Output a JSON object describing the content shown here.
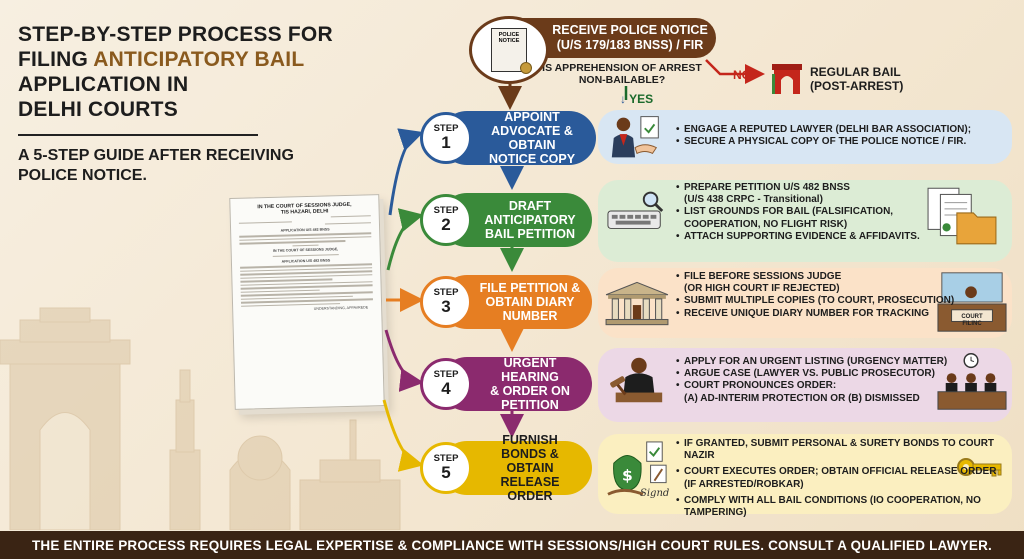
{
  "title": {
    "line1": "STEP-BY-STEP PROCESS FOR",
    "line2_pre": "FILING ",
    "line2_hl": "ANTICIPATORY BAIL",
    "line3": "APPLICATION IN",
    "line4": "DELHI  COURTS"
  },
  "subtitle": "A 5-STEP GUIDE AFTER RECEIVING POLICE NOTICE.",
  "document": {
    "court": "IN THE COURT OF SESSIONS JUDGE,",
    "place": "TIS HAZARI, DELHI",
    "app_title": "APPLICATION U/S 482 BNSS",
    "vs": "IN THE COURT OF SESSIONS JUDGE,",
    "section_title": "AFFLICATION U/S 482 BNSS",
    "sign": "UNDERSTANDING, APPAVREDE"
  },
  "notice": {
    "icon_text": "POLICE NOTICE",
    "line1": "RECEIVE POLICE NOTICE",
    "line2": "(U/S 179/183 BNSS) / FIR",
    "question_line1": "IS APPREHENSION OF ARREST",
    "question_line2": "NON-BAILABLE?",
    "no": "NO",
    "yes": "YES",
    "regular_line1": "REGULAR BAIL",
    "regular_line2": "(POST-ARREST)"
  },
  "steps": [
    {
      "word": "STEP",
      "num": "1",
      "title": [
        "APPOINT",
        "ADVOCATE & OBTAIN",
        "NOTICE COPY"
      ],
      "color": "#2a5a9a",
      "details": [
        "ENGAGE A REPUTED LAWYER (DELHI BAR ASSOCIATION);",
        "SECURE A PHYSICAL COPY OF THE POLICE NOTICE / FIR."
      ]
    },
    {
      "word": "STEP",
      "num": "2",
      "title": [
        "DRAFT",
        "ANTICIPATORY",
        "BAIL PETITION"
      ],
      "color": "#3a8a3a",
      "details": [
        "PREPARE PETITION U/S 482 BNSS",
        "(U/S 438 CRPC - Transitional)",
        "LIST GROUNDS FOR BAIL (FALSIFICATION,",
        "COOPERATION, NO FLIGHT RISK)",
        "ATTACH SUPPORTING EVIDENCE & AFFIDAVITS."
      ]
    },
    {
      "word": "STEP",
      "num": "3",
      "title": [
        "FILE PETITION &",
        "OBTAIN DIARY",
        "NUMBER"
      ],
      "color": "#e67e22",
      "details": [
        "FILE BEFORE SESSIONS JUDGE",
        "(OR HIGH COURT IF REJECTED)",
        "SUBMIT MULTIPLE COPIES (TO COURT, PROSECUTION)",
        "RECEIVE UNIQUE DIARY NUMBER FOR TRACKING"
      ]
    },
    {
      "word": "STEP",
      "num": "4",
      "title": [
        "URGENT HEARING",
        "& ORDER ON",
        "PETITION"
      ],
      "color": "#8b2a6e",
      "details": [
        "APPLY FOR AN URGENT LISTING (URGENCY MATTER)",
        "ARGUE CASE (LAWYER VS. PUBLIC PROSECUTOR)",
        "COURT PRONOUNCES ORDER:",
        "(A) AD-INTERIM PROTECTION OR (B) DISMISSED"
      ]
    },
    {
      "word": "STEP",
      "num": "5",
      "title": [
        "FURNISH",
        "BONDS & OBTAIN",
        "RELEASE ORDER"
      ],
      "color": "#e6b800",
      "details": [
        "IF GRANTED, SUBMIT PERSONAL & SURETY BONDS TO COURT NAZIR",
        "COURT EXECUTES ORDER; OBTAIN OFFICIAL RELEASE ORDER",
        "(IF ARRESTED/ROBKAR)",
        "COMPLY WITH ALL BAIL CONDITIONS (IO COOPERATION, NO TAMPERING)"
      ]
    }
  ],
  "court_filing_label": "COURT FILINC",
  "signature": "Signd",
  "footer": "THE ENTIRE PROCESS REQUIRES LEGAL EXPERTISE & COMPLIANCE WITH SESSIONS/HIGH COURT RULES. CONSULT A QUALIFIED LAWYER.",
  "colors": {
    "brown": "#6b3b1a",
    "step1": "#2a5a9a",
    "step2": "#3a8a3a",
    "step3": "#e67e22",
    "step4": "#8b2a6e",
    "step5": "#e6b800",
    "box1": "#d8e6f3",
    "box2": "#dcecd5",
    "box3": "#fbe2c8",
    "box4": "#ecd8e6",
    "box5": "#fbefc0"
  }
}
